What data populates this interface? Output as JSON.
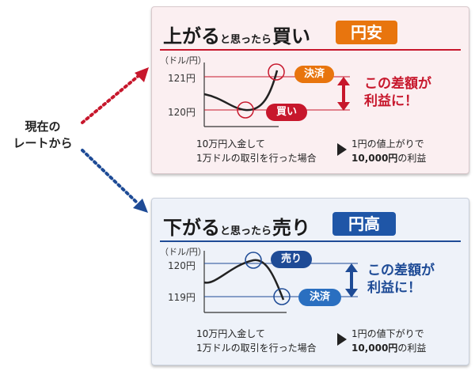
{
  "root_label": {
    "line1": "現在の",
    "line2": "レートから"
  },
  "panel_up": {
    "title_big": "上がる",
    "title_small": "と思ったら",
    "title_big2": "買い",
    "badge": "円安",
    "unit_label": "（ドル/円）",
    "tick_high": "121円",
    "tick_low": "120円",
    "settle_label": "決済",
    "buy_label": "買い",
    "profit_line1": "この差額が",
    "profit_line2": "利益に！",
    "condition_line1": "10万円入金して",
    "condition_line2": "1万ドルの取引を行った場合",
    "result_line1": "1円の値上がりで",
    "result_amount": "10,000円",
    "result_suffix": "の利益"
  },
  "panel_down": {
    "title_big": "下がる",
    "title_small": "と思ったら",
    "title_big2": "売り",
    "badge": "円高",
    "unit_label": "（ドル/円）",
    "tick_high": "120円",
    "tick_low": "119円",
    "sell_label": "売り",
    "settle_label": "決済",
    "profit_line1": "この差額が",
    "profit_line2": "利益に！",
    "condition_line1": "10万円入金して",
    "condition_line2": "1万ドルの取引を行った場合",
    "result_line1": "1円の値下がりで",
    "result_amount": "10,000円",
    "result_suffix": "の利益"
  },
  "colors": {
    "red": "#c7172c",
    "orange": "#e8750e",
    "navy": "#1e4b96",
    "blue": "#2a6fc0"
  }
}
